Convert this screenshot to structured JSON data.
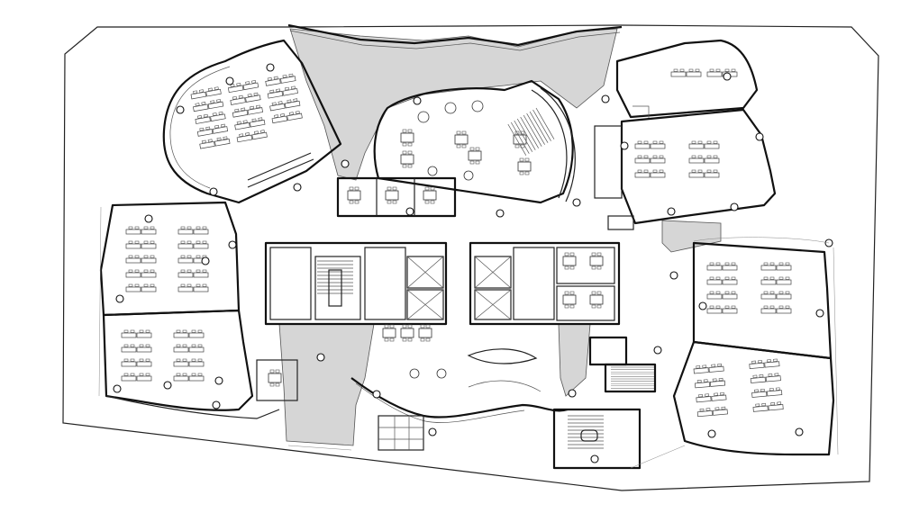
{
  "drawing": {
    "type": "architectural-floor-plan",
    "line_color": "#111111",
    "shade_color": "#d6d6d6",
    "background": "#ffffff"
  },
  "areas": [
    {
      "id": "classroom-northwest",
      "furniture": "desk-rows"
    },
    {
      "id": "classroom-west-upper",
      "furniture": "desk-rows"
    },
    {
      "id": "classroom-west-lower",
      "furniture": "desk-rows"
    },
    {
      "id": "classroom-northeast",
      "furniture": "desk-rows"
    },
    {
      "id": "classroom-east-middle",
      "furniture": "desk-rows"
    },
    {
      "id": "classroom-east-lower",
      "furniture": "desk-rows"
    },
    {
      "id": "central-lounge",
      "furniture": "lounge-seating"
    },
    {
      "id": "study-rooms-north",
      "furniture": "meeting-tables"
    },
    {
      "id": "core-west",
      "furniture": "restrooms-elevators-stair"
    },
    {
      "id": "core-east",
      "furniture": "restrooms-elevators"
    },
    {
      "id": "south-cafe",
      "furniture": "cafe-tables"
    },
    {
      "id": "feature-stair",
      "furniture": "stair"
    }
  ]
}
